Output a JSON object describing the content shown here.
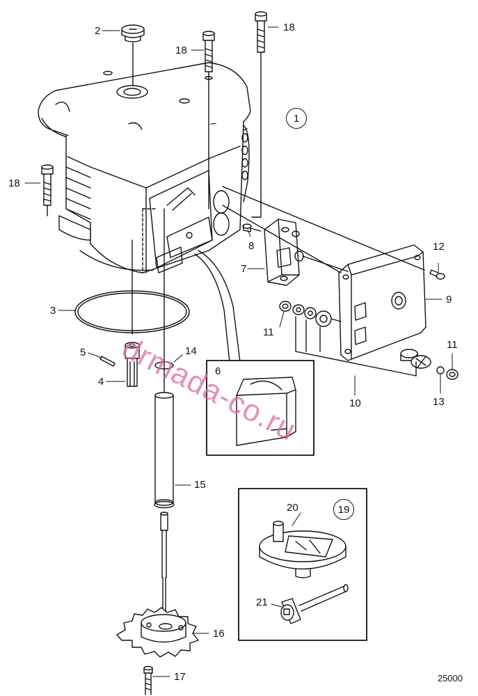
{
  "diagram": {
    "drawing_number": "25000",
    "watermark": "drmada-co.ru",
    "assembly_callouts": [
      {
        "id": "1",
        "label": "1"
      },
      {
        "id": "19",
        "label": "19"
      }
    ],
    "part_callouts": [
      {
        "id": "2",
        "label": "2"
      },
      {
        "id": "3",
        "label": "3"
      },
      {
        "id": "4",
        "label": "4"
      },
      {
        "id": "5",
        "label": "5"
      },
      {
        "id": "6",
        "label": "6"
      },
      {
        "id": "7",
        "label": "7"
      },
      {
        "id": "8",
        "label": "8"
      },
      {
        "id": "9",
        "label": "9"
      },
      {
        "id": "10",
        "label": "10"
      },
      {
        "id": "11a",
        "label": "11"
      },
      {
        "id": "11b",
        "label": "11"
      },
      {
        "id": "12",
        "label": "12"
      },
      {
        "id": "13",
        "label": "13"
      },
      {
        "id": "14",
        "label": "14"
      },
      {
        "id": "15",
        "label": "15"
      },
      {
        "id": "16",
        "label": "16"
      },
      {
        "id": "17",
        "label": "17"
      },
      {
        "id": "18a",
        "label": "18"
      },
      {
        "id": "18b",
        "label": "18"
      },
      {
        "id": "18c",
        "label": "18"
      },
      {
        "id": "20",
        "label": "20"
      },
      {
        "id": "21",
        "label": "21"
      }
    ]
  }
}
